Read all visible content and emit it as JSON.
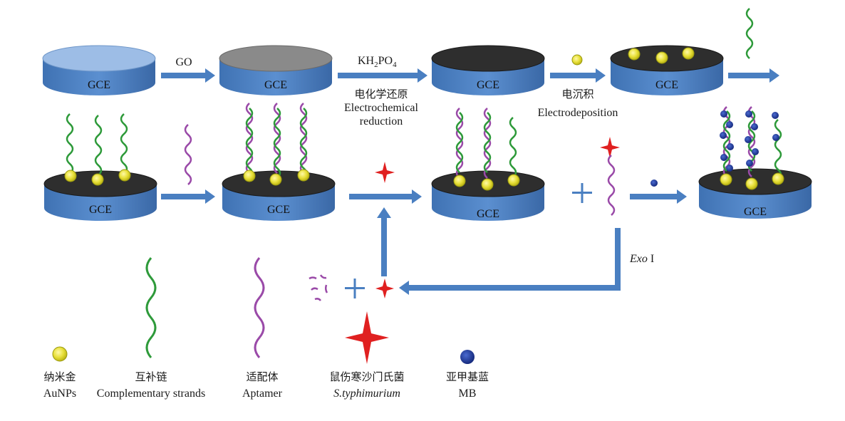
{
  "electrode": {
    "label": "GCE"
  },
  "steps": {
    "go": "GO",
    "kh2po4_main": "KH",
    "kh2po4_sub1": "2",
    "kh2po4_mid": "PO",
    "kh2po4_sub2": "4",
    "reduction_cn": "电化学还原",
    "reduction_en1": "Electrochemical",
    "reduction_en2": "reduction",
    "deposition_cn": "电沉积",
    "deposition_en": "Electrodeposition",
    "exo_italic": "Exo",
    "exo_roman": " I"
  },
  "legend": [
    {
      "cn": "纳米金",
      "en": "AuNPs",
      "italic": false
    },
    {
      "cn": "互补链",
      "en": "Complementary strands",
      "italic": false
    },
    {
      "cn": "适配体",
      "en": "Aptamer",
      "italic": false
    },
    {
      "cn": "鼠伤寒沙门氏菌",
      "en": "S.typhimurium",
      "italic": true
    },
    {
      "cn": "亚甲基蓝",
      "en": "MB",
      "italic": false
    }
  ],
  "colors": {
    "electrode_side": "#4a7fc1",
    "electrode_side_dark": "#3a6aa8",
    "bare_top": "#9dbde6",
    "go_top": "#8a8a8a",
    "rgo_top": "#2e2e2e",
    "arrow": "#4a7fc1",
    "gold": "#e8e03a",
    "gold_edge": "#9a9a10",
    "complementary": "#2e9a3a",
    "aptamer": "#9a4aa8",
    "bacterium": "#e02020",
    "mb": "#1f3a8a"
  },
  "icons": [
    "gold-nanoparticle-icon",
    "dna-strand-icon",
    "bacterium-star-icon",
    "methylene-blue-dot-icon",
    "arrow-icon"
  ]
}
